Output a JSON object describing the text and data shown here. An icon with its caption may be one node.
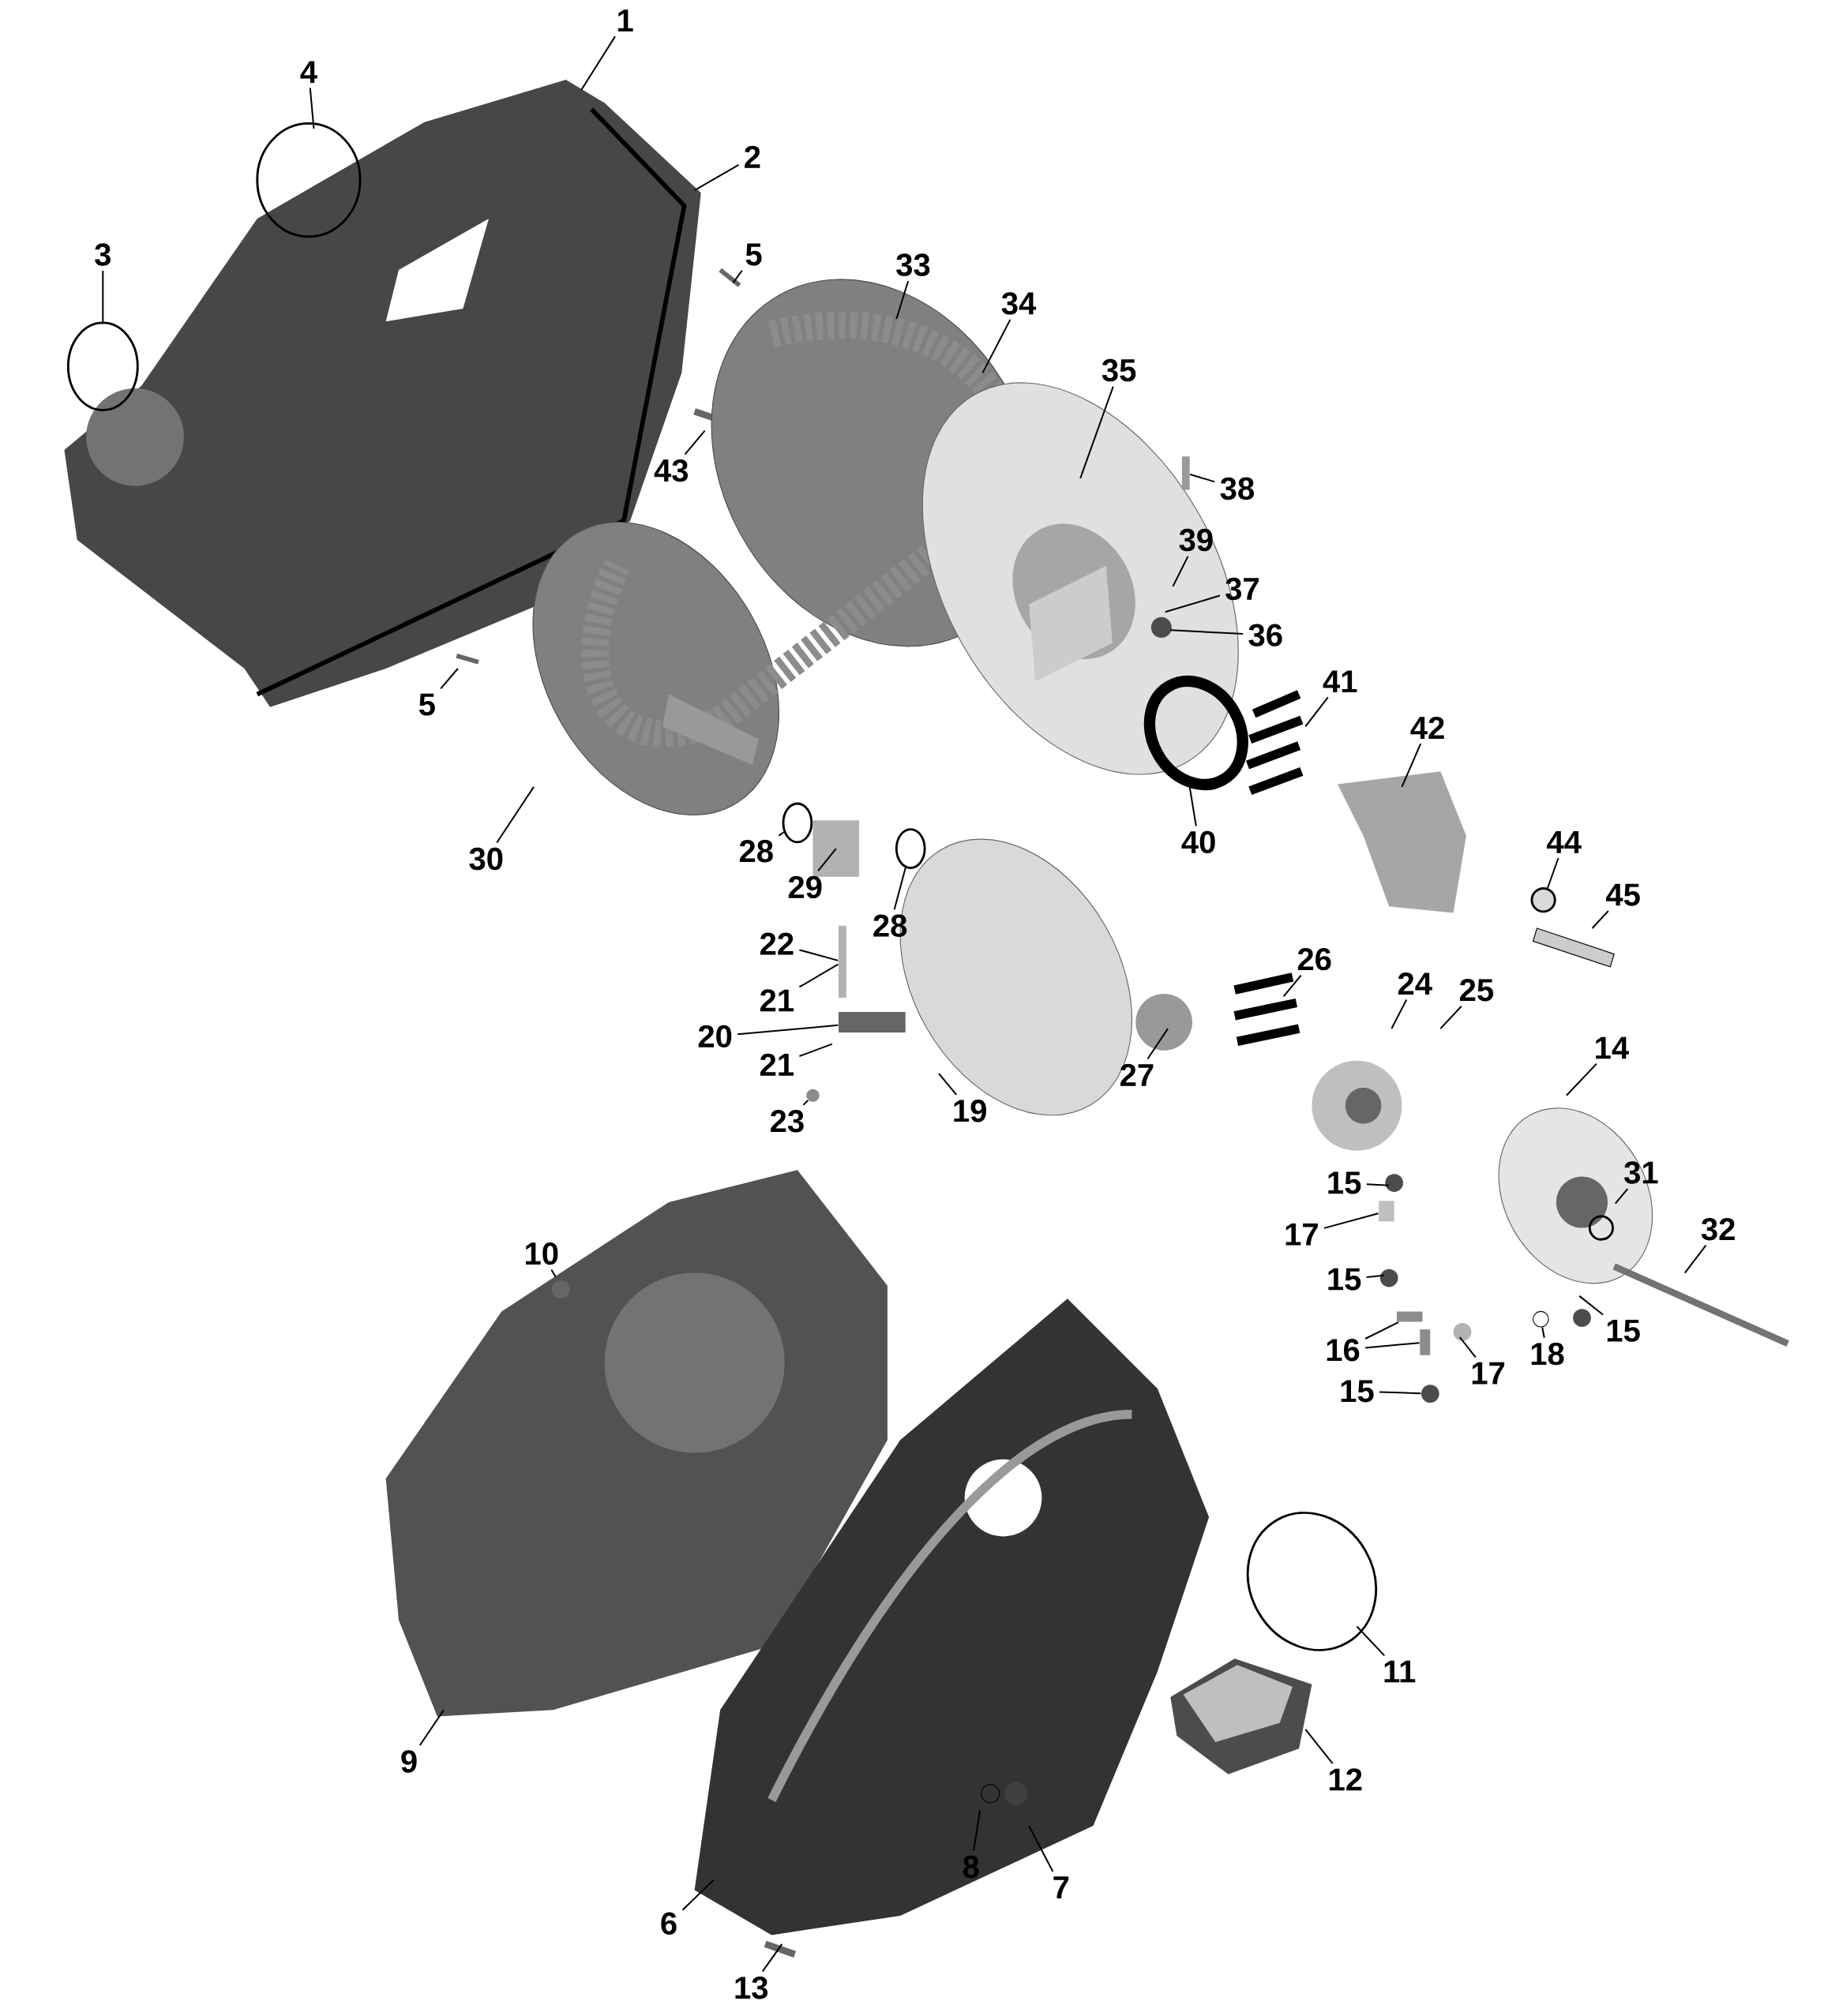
{
  "diagram": {
    "nodes": [
      {
        "text": [
          "1"
        ]
      },
      {
        "text": [
          "4"
        ]
      },
      {
        "text": [
          "2"
        ]
      },
      {
        "text": [
          "3"
        ]
      },
      {
        "text": [
          "5"
        ]
      },
      {
        "text": [
          "33"
        ]
      },
      {
        "text": [
          "34"
        ]
      },
      {
        "text": [
          "35"
        ]
      },
      {
        "text": [
          "43"
        ]
      },
      {
        "text": [
          "38"
        ]
      },
      {
        "text": [
          "39"
        ]
      },
      {
        "text": [
          "37"
        ]
      },
      {
        "text": [
          "36"
        ]
      },
      {
        "text": [
          "5"
        ]
      },
      {
        "text": [
          "41"
        ]
      },
      {
        "text": [
          "42"
        ]
      },
      {
        "text": [
          "40"
        ]
      },
      {
        "text": [
          "30"
        ]
      },
      {
        "text": [
          "28"
        ]
      },
      {
        "text": [
          "29"
        ]
      },
      {
        "text": [
          "28"
        ]
      },
      {
        "text": [
          "44"
        ]
      },
      {
        "text": [
          "45"
        ]
      },
      {
        "text": [
          "22"
        ]
      },
      {
        "text": [
          "21"
        ]
      },
      {
        "text": [
          "26"
        ]
      },
      {
        "text": [
          "24"
        ]
      },
      {
        "text": [
          "25"
        ]
      },
      {
        "text": [
          "20"
        ]
      },
      {
        "text": [
          "21"
        ]
      },
      {
        "text": [
          "14"
        ]
      },
      {
        "text": [
          "27"
        ]
      },
      {
        "text": [
          "19"
        ]
      },
      {
        "text": [
          "23"
        ]
      },
      {
        "text": [
          "15"
        ]
      },
      {
        "text": [
          "31"
        ]
      },
      {
        "text": [
          "17"
        ]
      },
      {
        "text": [
          "32"
        ]
      },
      {
        "text": [
          "10"
        ]
      },
      {
        "text": [
          "15"
        ]
      },
      {
        "text": [
          "16"
        ]
      },
      {
        "text": [
          "15"
        ]
      },
      {
        "text": [
          "17"
        ]
      },
      {
        "text": [
          "18"
        ]
      },
      {
        "text": [
          "15"
        ]
      },
      {
        "text": [
          "11"
        ]
      },
      {
        "text": [
          "9"
        ]
      },
      {
        "text": [
          "12"
        ]
      },
      {
        "text": [
          "8"
        ]
      },
      {
        "text": [
          "7"
        ]
      },
      {
        "text": [
          "6"
        ]
      },
      {
        "text": [
          "13"
        ]
      },
      {
        "text": [],
        "shape": "circle"
      },
      {
        "text": [],
        "shape": "circle"
      },
      {
        "text": [],
        "shape": "circle"
      },
      {
        "text": [],
        "shape": "box"
      },
      {
        "text": [],
        "shape": "box"
      },
      {
        "text": [],
        "shape": "circle"
      },
      {
        "text": [],
        "shape": "box"
      },
      {
        "text": [],
        "shape": "box"
      },
      {
        "text": [],
        "shape": "circle"
      },
      {
        "text": [],
        "shape": "box"
      },
      {
        "text": [],
        "shape": "box"
      },
      {
        "text": [],
        "shape": "circle"
      }
    ],
    "edges": [
      {
        "from": 0,
        "to": null,
        "arrow": "none"
      },
      {
        "from": 1,
        "to": null,
        "arrow": "none"
      },
      {
        "from": 2,
        "to": null,
        "arrow": "none"
      },
      {
        "from": 3,
        "to": null,
        "arrow": "none"
      },
      {
        "from": 4,
        "to": null,
        "arrow": "none"
      },
      {
        "from": 5,
        "to": null,
        "arrow": "none"
      },
      {
        "from": 6,
        "to": null,
        "arrow": "none"
      },
      {
        "from": 7,
        "to": null,
        "arrow": "none"
      },
      {
        "from": 8,
        "to": null,
        "arrow": "none"
      },
      {
        "from": 9,
        "to": 62,
        "arrow": "none"
      },
      {
        "from": 10,
        "to": null,
        "arrow": "none"
      },
      {
        "from": 11,
        "to": null,
        "arrow": "none"
      },
      {
        "from": 12,
        "to": null,
        "arrow": "none"
      },
      {
        "from": 13,
        "to": null,
        "arrow": "none"
      },
      {
        "from": 14,
        "to": null,
        "arrow": "none"
      },
      {
        "from": 15,
        "to": null,
        "arrow": "none"
      },
      {
        "from": 16,
        "to": null,
        "arrow": "none"
      },
      {
        "from": 17,
        "to": null,
        "arrow": "none"
      },
      {
        "from": 18,
        "to": 52,
        "arrow": "none"
      },
      {
        "from": 19,
        "to": null,
        "arrow": "none"
      },
      {
        "from": 20,
        "to": 53,
        "arrow": "none"
      },
      {
        "from": 21,
        "to": 54,
        "arrow": "none"
      },
      {
        "from": 22,
        "to": null,
        "arrow": "none"
      },
      {
        "from": 23,
        "to": 55,
        "arrow": "none"
      },
      {
        "from": 24,
        "to": 55,
        "arrow": "none"
      },
      {
        "from": 25,
        "to": null,
        "arrow": "none"
      },
      {
        "from": 26,
        "to": null,
        "arrow": "none"
      },
      {
        "from": 27,
        "to": null,
        "arrow": "none"
      },
      {
        "from": 28,
        "to": 56,
        "arrow": "none"
      },
      {
        "from": 29,
        "to": null,
        "arrow": "none"
      },
      {
        "from": 30,
        "to": null,
        "arrow": "none"
      },
      {
        "from": 31,
        "to": null,
        "arrow": "none"
      },
      {
        "from": 32,
        "to": null,
        "arrow": "none"
      },
      {
        "from": 33,
        "to": 57,
        "arrow": "none"
      },
      {
        "from": 34,
        "to": null,
        "arrow": "none"
      },
      {
        "from": 35,
        "to": null,
        "arrow": "none"
      },
      {
        "from": 36,
        "to": 58,
        "arrow": "none"
      },
      {
        "from": 37,
        "to": null,
        "arrow": "none"
      },
      {
        "from": 38,
        "to": null,
        "arrow": "none"
      },
      {
        "from": 39,
        "to": null,
        "arrow": "none"
      },
      {
        "from": 40,
        "to": 59,
        "arrow": "none"
      },
      {
        "from": 41,
        "to": null,
        "arrow": "none"
      },
      {
        "from": 42,
        "to": null,
        "arrow": "none"
      },
      {
        "from": 43,
        "to": 60,
        "arrow": "none"
      },
      {
        "from": 44,
        "to": 63,
        "arrow": "none"
      },
      {
        "from": 45,
        "to": null,
        "arrow": "none"
      },
      {
        "from": 46,
        "to": null,
        "arrow": "none"
      },
      {
        "from": 47,
        "to": null,
        "arrow": "none"
      },
      {
        "from": 48,
        "to": null,
        "arrow": "none"
      },
      {
        "from": 49,
        "to": null,
        "arrow": "none"
      },
      {
        "from": 50,
        "to": null,
        "arrow": "none"
      },
      {
        "from": 51,
        "to": null,
        "arrow": "none"
      },
      {
        "from": 40,
        "to": 61,
        "arrow": "none"
      }
    ]
  }
}
